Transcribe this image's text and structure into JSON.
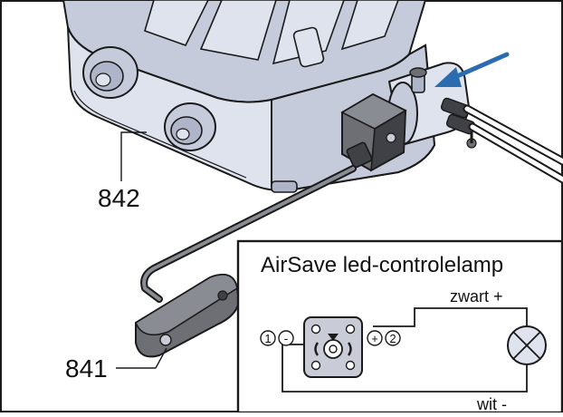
{
  "callouts": {
    "housing": "842",
    "sensor": "841"
  },
  "inset": {
    "title": "AirSave led-controlelamp",
    "wire_top_label": "zwart +",
    "wire_bottom_label": "wit -",
    "pin1_number": "1",
    "pin1_sign": "-",
    "pin2_number": "2",
    "pin2_sign": "+"
  },
  "colors": {
    "housing_fill": "#dfe3ee",
    "housing_shade": "#c5cbdb",
    "housing_dark": "#aeb5c8",
    "outline": "#1a1a1a",
    "connector_fill": "#6d6f75",
    "connector_dark": "#3f4146",
    "plug_fill": "#c9ccd6",
    "pointer_arrow": "#2b6cb0"
  }
}
